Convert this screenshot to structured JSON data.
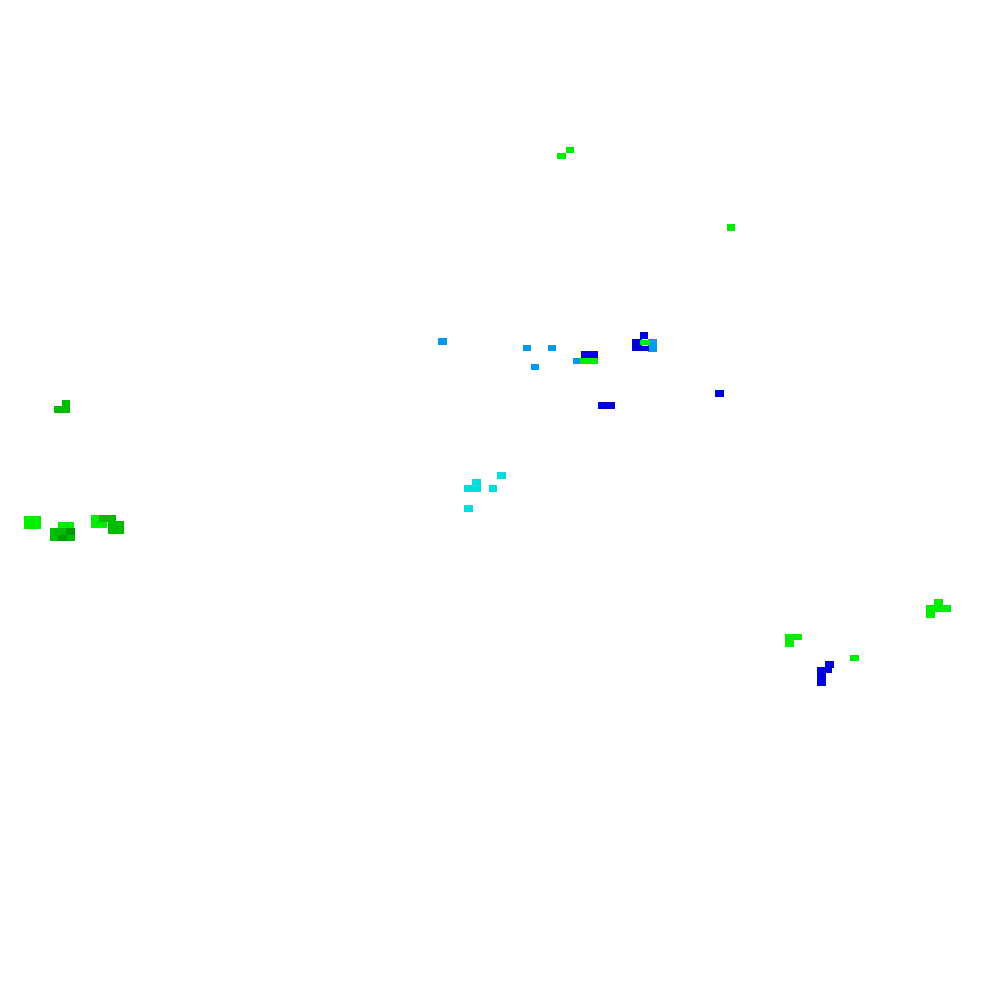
{
  "palette": {
    "background": "#ffffff",
    "green": "#00ee00",
    "dark_green": "#00bb00",
    "darker_green": "#009900",
    "blue": "#0000dd",
    "sky_blue": "#0099ee",
    "cyan": "#00dddd"
  },
  "clusters": [
    {
      "name": "cluster-green-top",
      "color": "green"
    },
    {
      "name": "cluster-green-right-top",
      "color": "green"
    },
    {
      "name": "cluster-sky-blue-center",
      "color": "sky_blue"
    },
    {
      "name": "cluster-blue-center",
      "color": "blue"
    },
    {
      "name": "cluster-green-left-small",
      "color": "dark_green"
    },
    {
      "name": "cluster-cyan-center",
      "color": "cyan"
    },
    {
      "name": "cluster-green-left-large",
      "color": "green"
    },
    {
      "name": "cluster-green-bottom-right",
      "color": "green"
    },
    {
      "name": "cluster-blue-bottom-right",
      "color": "blue"
    }
  ]
}
